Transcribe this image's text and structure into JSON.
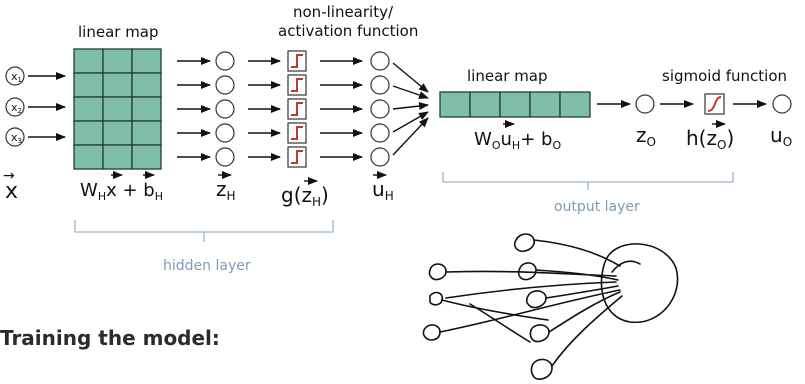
{
  "diagram": {
    "inputs": [
      "x",
      "x",
      "x"
    ],
    "input_subscripts": [
      "1",
      "2",
      "3"
    ],
    "input_vector": {
      "base": "x",
      "arrow": "→"
    },
    "hidden": {
      "title": "linear map",
      "eq_w": "W",
      "eq_w_sub": "H",
      "eq_x": "x",
      "eq_plus": " + ",
      "eq_b": "b",
      "eq_b_sub": "H",
      "z_base": "z",
      "z_sub": "H",
      "activation_title_1": "non-linearity/",
      "activation_title_2": "activation function",
      "g_open": "g(",
      "g_z": "z",
      "g_sub": "H",
      "g_close": ")",
      "u_base": "u",
      "u_sub": "H",
      "layer_label": "hidden layer"
    },
    "output": {
      "title": "linear map",
      "eq_w": "W",
      "eq_w_sub": "O",
      "eq_u": "u",
      "eq_u_sub": "H",
      "eq_plus": "+ ",
      "eq_b": "b",
      "eq_b_sub": "O",
      "z_base": "z",
      "z_sub": "O",
      "sigmoid_title": "sigmoid function",
      "h_open": "h(",
      "h_z": "z",
      "h_sub": "O",
      "h_close": ")",
      "u_base": "u",
      "u_sub": "O",
      "layer_label": "output layer"
    },
    "arrow_glyph": "→"
  },
  "section": {
    "heading": "Training the model:"
  },
  "colors": {
    "matrix_fill": "#7fbfaa",
    "step_red": "#c0392b",
    "bracket_blue": "#9fb5cc",
    "label_blue": "#7f9bb8"
  },
  "icons": [
    "step-function-icon",
    "sigmoid-icon",
    "neuron-circle-icon",
    "arrow-icon",
    "hand-drawn-neuron-sketch"
  ]
}
